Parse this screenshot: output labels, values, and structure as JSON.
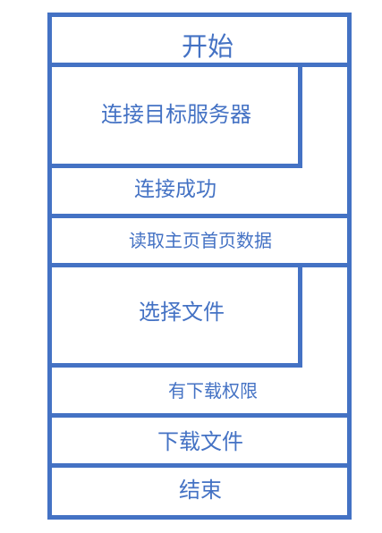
{
  "diagram": {
    "start": "开始",
    "connect_server": "连接目标服务器",
    "connect_success": "连接成功",
    "read_home_data": "读取主页首页数据",
    "select_file": "选择文件",
    "has_download_permission": "有下载权限",
    "download_file": "下载文件",
    "end": "结束"
  }
}
